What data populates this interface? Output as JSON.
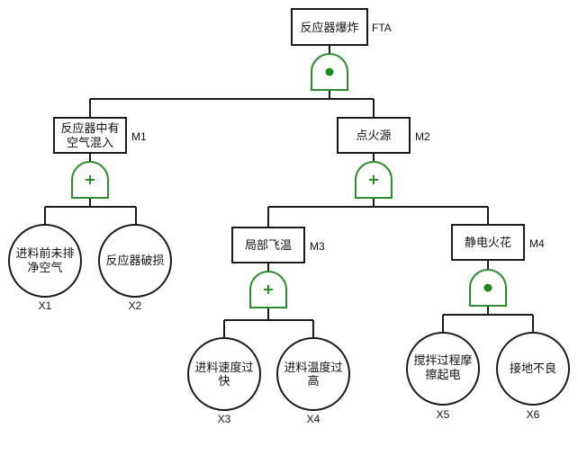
{
  "diagram": {
    "type": "fault-tree",
    "gate_color": "#2e8b2e",
    "nodes": {
      "top": {
        "id": "FTA",
        "label_lines": [
          "反应器爆炸"
        ],
        "gate": "and"
      },
      "m1": {
        "id": "M1",
        "label_lines": [
          "反应器中有",
          "空气混入"
        ],
        "gate": "or"
      },
      "m2": {
        "id": "M2",
        "label_lines": [
          "点火源"
        ],
        "gate": "or"
      },
      "m3": {
        "id": "M3",
        "label_lines": [
          "局部飞温"
        ],
        "gate": "or"
      },
      "m4": {
        "id": "M4",
        "label_lines": [
          "静电火花"
        ],
        "gate": "and"
      },
      "x1": {
        "id": "X1",
        "label_lines": [
          "进料前未排",
          "净空气"
        ]
      },
      "x2": {
        "id": "X2",
        "label_lines": [
          "反应器破损"
        ]
      },
      "x3": {
        "id": "X3",
        "label_lines": [
          "进料速度过",
          "快"
        ]
      },
      "x4": {
        "id": "X4",
        "label_lines": [
          "进料温度过",
          "高"
        ]
      },
      "x5": {
        "id": "X5",
        "label_lines": [
          "搅拌过程摩",
          "擦起电"
        ]
      },
      "x6": {
        "id": "X6",
        "label_lines": [
          "接地不良"
        ]
      }
    },
    "edges": [
      [
        "top",
        "m1"
      ],
      [
        "top",
        "m2"
      ],
      [
        "m1",
        "x1"
      ],
      [
        "m1",
        "x2"
      ],
      [
        "m2",
        "m3"
      ],
      [
        "m2",
        "m4"
      ],
      [
        "m3",
        "x3"
      ],
      [
        "m3",
        "x4"
      ],
      [
        "m4",
        "x5"
      ],
      [
        "m4",
        "x6"
      ]
    ],
    "gate_symbols": {
      "or": "+",
      "and": "●"
    }
  }
}
